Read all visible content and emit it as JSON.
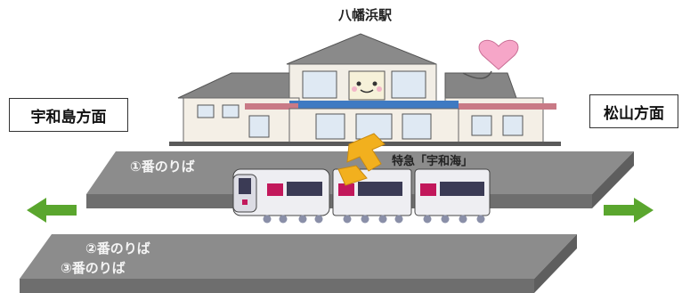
{
  "station_name": "八幡浜駅",
  "directions": {
    "left": "宇和島方面",
    "right": "松山方面"
  },
  "platforms": {
    "track1": "①番のりば",
    "track2": "②番のりば",
    "track3": "③番のりば"
  },
  "train": {
    "name": "特急「宇和海」"
  },
  "colors": {
    "platform": "#8c8c8c",
    "platform_edge": "#6e6e6e",
    "arrow_green": "#5aa62e",
    "transfer_arrow": "#f2b01e",
    "train_accent": "#c2185b",
    "station_roof": "#7a7a7a",
    "station_band": "#3f7ac2",
    "heart": "#f6a6c8"
  },
  "icons": {
    "left_arrow": "arrow-left-icon",
    "right_arrow": "arrow-right-icon",
    "transfer": "transfer-arrow-icon",
    "heart": "heart-icon"
  }
}
